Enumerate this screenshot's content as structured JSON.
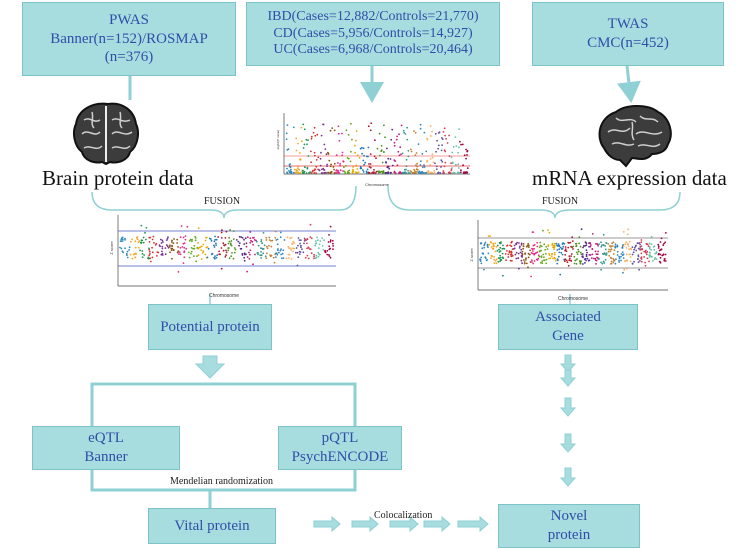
{
  "pwas": {
    "line1": "PWAS",
    "line2": "Banner(n=152)/ROSMAP",
    "line3": "(n=376)"
  },
  "gwas": {
    "line1": "IBD(Cases=12,882/Controls=21,770)",
    "line2": "CD(Cases=5,956/Controls=14,927)",
    "line3": "UC(Cases=6,968/Controls=20,464)"
  },
  "twas": {
    "line1": "TWAS",
    "line2": "CMC(n=452)"
  },
  "labels": {
    "brain_protein": "Brain protein data",
    "mrna": "mRNA expression data",
    "fusion_left": "FUSION",
    "fusion_right": "FUSION",
    "mendelian": "Mendelian randomization",
    "colocalization": "Colocalization"
  },
  "boxes": {
    "potential_protein": "Potential  protein",
    "associated_gene": [
      "Associated",
      "Gene"
    ],
    "eqtl": [
      "eQTL",
      "Banner"
    ],
    "pqtl": [
      "pQTL",
      "PsychENCODE"
    ],
    "vital_protein": "Vital protein",
    "novel_protein": [
      "Novel",
      "protein"
    ]
  },
  "plots": {
    "manhattan_xlabel": "Chromosome",
    "manhattan_ylabel": "-log10(P value)",
    "pwas_xlabel": "Chromosome",
    "pwas_ylabel": "Z score",
    "twas_xlabel": "Chromosome",
    "twas_ylabel": "Z score"
  },
  "colors": {
    "box_fill": "#a8dde0",
    "box_border": "#7cc3c8",
    "box_text": "#2e4fa8",
    "arrow": "#8fd0d4",
    "bracket": "#8fd0d4"
  }
}
